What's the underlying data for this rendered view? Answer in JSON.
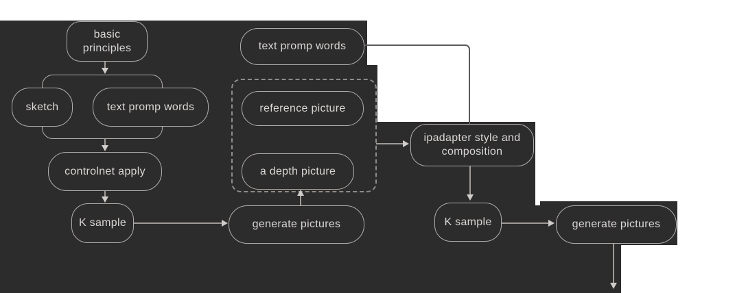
{
  "diagram": {
    "colors": {
      "panel": "#2d2c2c",
      "border": "#b2aeab",
      "text": "#d9d6d4",
      "line": "#9f9b98",
      "line_white": "#5c5a58",
      "arrow": "#cfccc9",
      "dash": "#8f8c89",
      "page_background": "#ffffff"
    },
    "nodes": {
      "basic_principles": {
        "label": "basic\nprinciples"
      },
      "sketch": {
        "label": "sketch"
      },
      "text_promp_words_left": {
        "label": "text promp words"
      },
      "controlnet_apply": {
        "label": "controlnet apply"
      },
      "k_sample_left": {
        "label": "K sample"
      },
      "text_promp_words_top": {
        "label": "text promp words"
      },
      "reference_picture": {
        "label": "reference picture"
      },
      "a_depth_picture": {
        "label": "a depth picture"
      },
      "generate_pictures_mid": {
        "label": "generate pictures"
      },
      "ipadapter": {
        "label": "ipadapter style and\ncomposition"
      },
      "k_sample_right": {
        "label": "K sample"
      },
      "generate_pictures_right": {
        "label": "generate pictures"
      }
    }
  }
}
